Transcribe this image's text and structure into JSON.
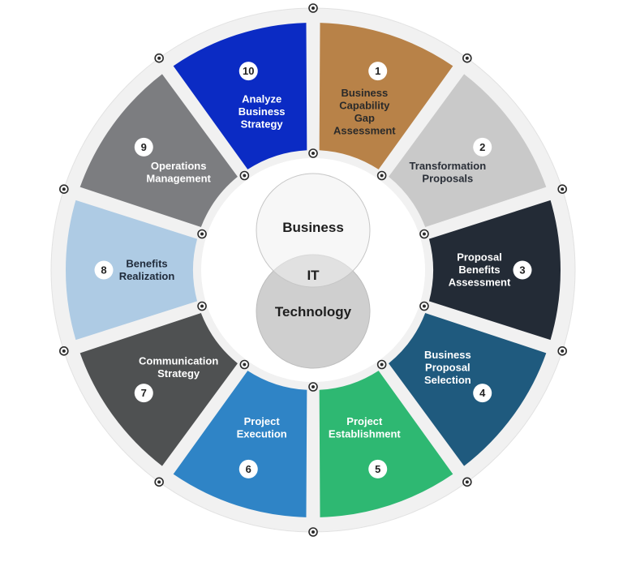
{
  "center": {
    "top_label": "Business",
    "middle_label": "IT",
    "bottom_label": "Technology"
  },
  "colors": {
    "background_ring": "#f1f1f1",
    "inner_gap": "#ffffff",
    "venn_top": "#f0f0f0",
    "venn_bottom": "#cfcfcf"
  },
  "segments": [
    {
      "number": "1",
      "lines": [
        "Business",
        "Capability",
        "Gap",
        "Assessment"
      ],
      "color": "#b88248",
      "text_color": "#2a2a2a"
    },
    {
      "number": "2",
      "lines": [
        "Transformation",
        "Proposals"
      ],
      "color": "#c9c9c9",
      "text_color": "#2a2f38"
    },
    {
      "number": "3",
      "lines": [
        "Proposal",
        "Benefits",
        "Assessment"
      ],
      "color": "#232b36",
      "text_color": "#ffffff"
    },
    {
      "number": "4",
      "lines": [
        "Business",
        "Proposal",
        "Selection"
      ],
      "color": "#1f5a7e",
      "text_color": "#ffffff"
    },
    {
      "number": "5",
      "lines": [
        "Project",
        "Establishment"
      ],
      "color": "#2eb872",
      "text_color": "#ffffff"
    },
    {
      "number": "6",
      "lines": [
        "Project",
        "Execution"
      ],
      "color": "#2f84c6",
      "text_color": "#ffffff"
    },
    {
      "number": "7",
      "lines": [
        "Communication",
        "Strategy"
      ],
      "color": "#4f5152",
      "text_color": "#ffffff"
    },
    {
      "number": "8",
      "lines": [
        "Benefits",
        "Realization"
      ],
      "color": "#aecbe4",
      "text_color": "#1f2a3a"
    },
    {
      "number": "9",
      "lines": [
        "Operations",
        "Management"
      ],
      "color": "#7c7d80",
      "text_color": "#ffffff"
    },
    {
      "number": "10",
      "lines": [
        "Analyze",
        "Business",
        "Strategy"
      ],
      "color": "#0b2bc4",
      "text_color": "#ffffff"
    }
  ]
}
